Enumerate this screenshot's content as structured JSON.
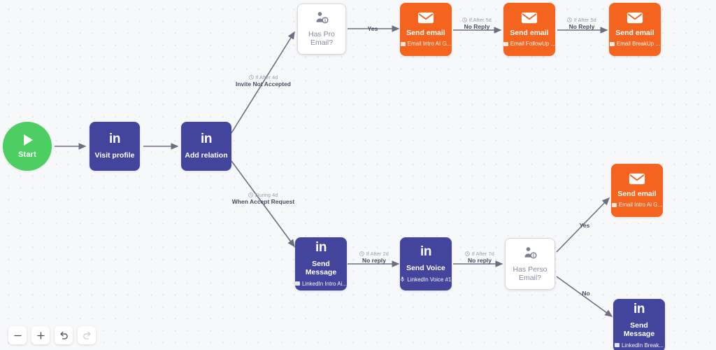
{
  "canvas": {
    "background_color": "#f7f8fa",
    "grid_dot_color": "#dcdfe6"
  },
  "colors": {
    "start_green": "#4cce63",
    "linkedin_blue": "#43459c",
    "email_orange": "#f4641e",
    "decision_white": "#ffffff",
    "edge_gray": "#6b6f80"
  },
  "nodes": {
    "start": {
      "label": "Start",
      "icon": "play-icon"
    },
    "visit_profile": {
      "title": "Visit profile",
      "logo": "in",
      "icon": "linkedin-icon"
    },
    "add_relation": {
      "title": "Add relation",
      "logo": "in",
      "icon": "linkedin-icon"
    },
    "has_pro_email": {
      "title": "Has Pro Email?",
      "icon": "person-info-icon"
    },
    "send_email_1": {
      "title": "Send email",
      "sub": "Email Intro AI G...",
      "icon": "envelope-icon"
    },
    "send_email_2": {
      "title": "Send email",
      "sub": "Email FollowUp ...",
      "icon": "envelope-icon"
    },
    "send_email_3": {
      "title": "Send email",
      "sub": "Email BreakUp ...",
      "icon": "envelope-icon"
    },
    "send_message_1": {
      "title": "Send Message",
      "sub": "LinkedIn Intro Ai...",
      "logo": "in",
      "icon": "linkedin-icon"
    },
    "send_voice": {
      "title": "Send Voice",
      "sub": "LinkedIn Voice #1",
      "logo": "in",
      "icon": "linkedin-icon"
    },
    "has_perso_email": {
      "title": "Has Perso Email?",
      "icon": "person-info-icon"
    },
    "send_email_4": {
      "title": "Send email",
      "sub": "Email Intro Ai G...",
      "icon": "envelope-icon"
    },
    "send_message_2": {
      "title": "Send Message",
      "sub": "LinkedIn Break...",
      "logo": "in",
      "icon": "linkedin-icon"
    }
  },
  "edges": {
    "invite_not_accepted": {
      "cond": "If After 4d",
      "main": "Invite Not Accepted"
    },
    "when_accept_request": {
      "cond": "During 4d",
      "main": "When Accept Request"
    },
    "yes_pro": {
      "main": "Yes"
    },
    "no_reply_5d_a": {
      "cond": "If After 5d",
      "main": "No Reply"
    },
    "no_reply_5d_b": {
      "cond": "If After 5d",
      "main": "No Reply"
    },
    "no_reply_2d": {
      "cond": "If After 2d",
      "main": "No reply"
    },
    "no_reply_7d": {
      "cond": "If After 7d",
      "main": "No reply"
    },
    "yes_perso": {
      "main": "Yes"
    },
    "no_perso": {
      "main": "No"
    }
  },
  "toolbar": {
    "zoom_out": "zoom-out",
    "zoom_in": "zoom-in",
    "undo": "undo",
    "redo": "redo"
  }
}
